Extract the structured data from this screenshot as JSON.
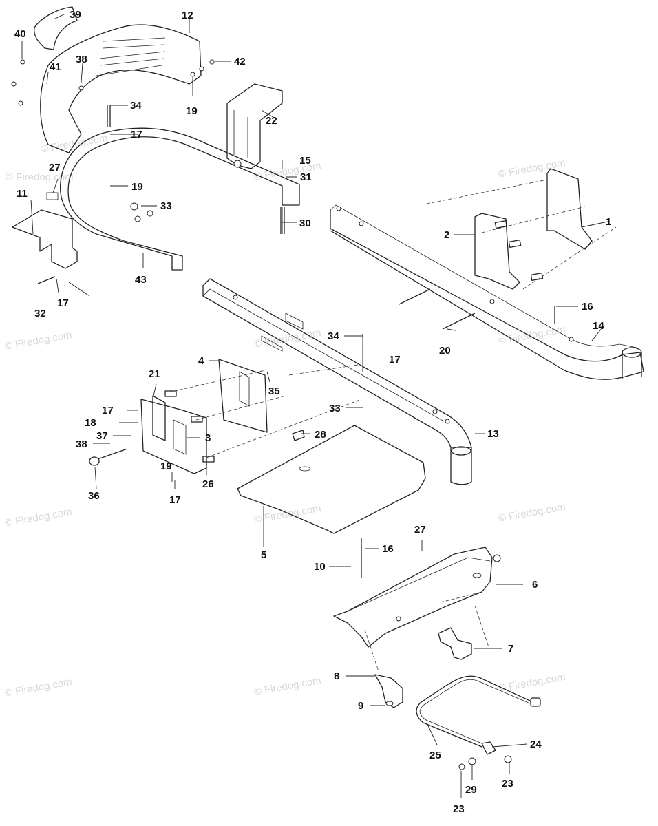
{
  "watermark": "© Firedog.com",
  "callouts": [
    "1",
    "2",
    "3",
    "4",
    "5",
    "6",
    "7",
    "8",
    "9",
    "10",
    "11",
    "12",
    "13",
    "14",
    "15",
    "16",
    "17",
    "18",
    "19",
    "20",
    "21",
    "22",
    "23",
    "24",
    "25",
    "26",
    "27",
    "28",
    "29",
    "30",
    "31",
    "32",
    "33",
    "34",
    "35",
    "36",
    "37",
    "38",
    "39",
    "40",
    "41",
    "42",
    "43"
  ]
}
